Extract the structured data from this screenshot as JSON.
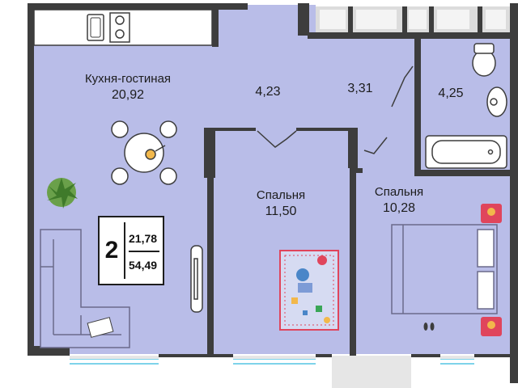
{
  "colors": {
    "floor": "#b9bde8",
    "wall": "#3d3d3d",
    "fixture": "#ffffff",
    "accent_red": "#e0455c",
    "window": "#7ed3ea"
  },
  "rooms": {
    "kitchen_living": {
      "name": "Кухня-гостиная",
      "area": "20,92"
    },
    "hall": {
      "area": "4,23"
    },
    "corridor": {
      "area": "3,31"
    },
    "bathroom": {
      "area": "4,25"
    },
    "bedroom_1": {
      "name": "Спальня",
      "area": "11,50"
    },
    "bedroom_2": {
      "name": "Спальня",
      "area": "10,28"
    }
  },
  "summary_badge": {
    "room_count": "2",
    "living_area": "21,78",
    "total_area": "54,49"
  },
  "icons": [
    "stove-icon",
    "sink-icon",
    "dining-table-icon",
    "plant-icon",
    "sofa-icon",
    "tv-icon",
    "toilet-icon",
    "washbasin-icon",
    "bathtub-icon",
    "bed-icon",
    "nightstand-icon",
    "playpen-icon",
    "slippers-icon"
  ]
}
